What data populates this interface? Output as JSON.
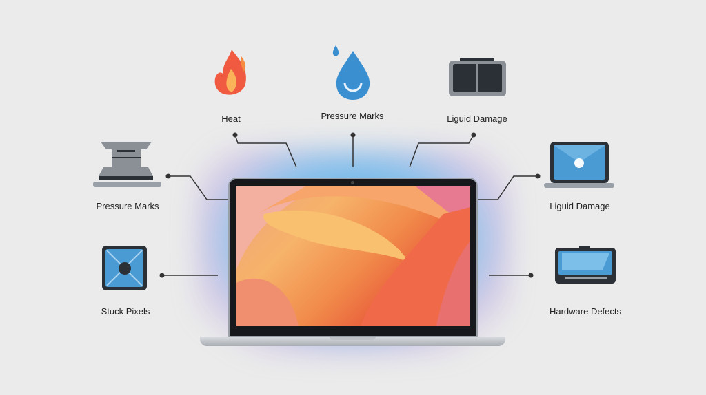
{
  "labels": {
    "heat": "Heat",
    "pressure_top": "Pressure Marks",
    "liquid_top": "Liguid Damage",
    "pressure_left": "Pressure Marks",
    "liquid_right": "Liguid Damage",
    "stuck_pixels": "Stuck Pixels",
    "hardware_defects": "Hardware Defects"
  },
  "colors": {
    "accent_blue": "#3a8fd0",
    "flame": "#f05a40",
    "dark": "#2b2f36",
    "line": "#333333"
  }
}
